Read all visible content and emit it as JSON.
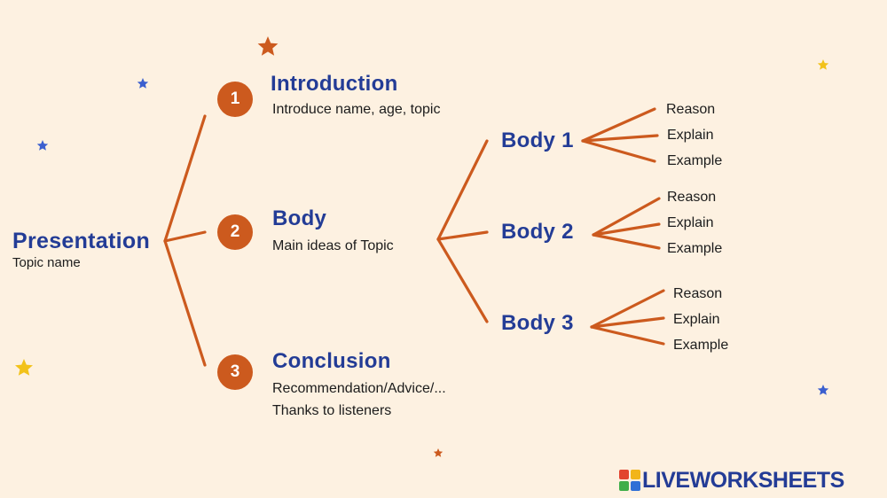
{
  "colors": {
    "background": "#fdf1e1",
    "connector": "#cc5a1e",
    "heading": "#233c96",
    "badge": "#cc5a1e",
    "star_orange": "#cc5a1e",
    "star_blue": "#3b5fcf",
    "star_yellow": "#f2c21a"
  },
  "root": {
    "title": "Presentation",
    "subtitle": "Topic name"
  },
  "sections": [
    {
      "number": "1",
      "title": "Introduction",
      "desc": [
        "Introduce name, age, topic"
      ]
    },
    {
      "number": "2",
      "title": "Body",
      "desc": [
        "Main ideas of Topic"
      ]
    },
    {
      "number": "3",
      "title": "Conclusion",
      "desc": [
        "Recommendation/Advice/...",
        "Thanks to listeners"
      ]
    }
  ],
  "bodies": [
    {
      "title": "Body 1",
      "items": [
        "Reason",
        "Explain",
        "Example"
      ]
    },
    {
      "title": "Body 2",
      "items": [
        "Reason",
        "Explain",
        "Example"
      ]
    },
    {
      "title": "Body 3",
      "items": [
        "Reason",
        "Explain",
        "Example"
      ]
    }
  ],
  "brand": {
    "text": "LIVEWORKSHEETS",
    "icon": "liveworksheets-logo-icon"
  }
}
